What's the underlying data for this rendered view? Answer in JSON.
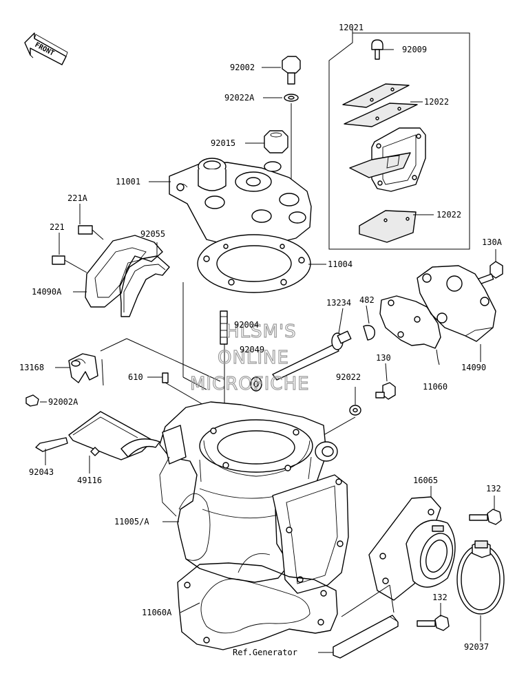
{
  "front_badge": "FRONT",
  "labels": {
    "p12021": "12021",
    "p92009": "92009",
    "p92002": "92002",
    "p92022A": "92022A",
    "p12022_top": "12022",
    "p92015": "92015",
    "p11001": "11001",
    "p12022_bot": "12022",
    "p221A": "221A",
    "p221": "221",
    "p92055": "92055",
    "p130A": "130A",
    "p11004": "11004",
    "p14090A": "14090A",
    "p13234": "13234",
    "p482": "482",
    "p92004": "92004",
    "p92049": "92049",
    "p13168": "13168",
    "p14090": "14090",
    "p130": "130",
    "p610": "610",
    "p92022": "92022",
    "p11060": "11060",
    "p92002A": "92002A",
    "p92043": "92043",
    "p49116": "49116",
    "p16065": "16065",
    "p132_top": "132",
    "p11005A": "11005/A",
    "p11060A": "11060A",
    "p132_bot": "132",
    "p92037": "92037",
    "ref_generator": "Ref.Generator"
  },
  "watermark": [
    "HLSM'S",
    "ONLINE",
    "MICROFICHE"
  ]
}
